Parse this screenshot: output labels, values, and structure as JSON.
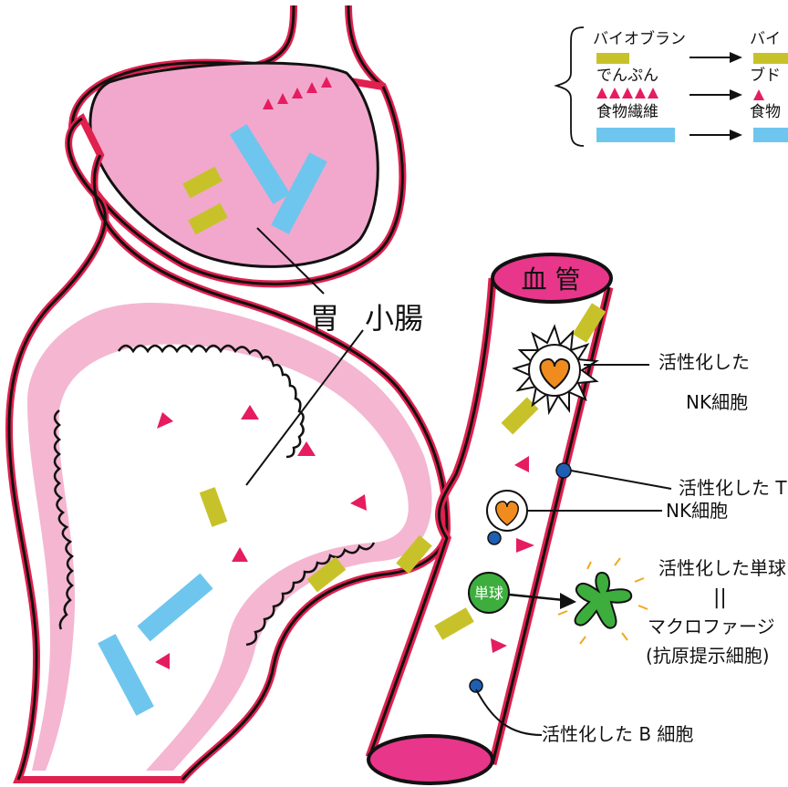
{
  "colors": {
    "outline_red": "#e0204e",
    "stomach_pink": "#f2a8cc",
    "intestine_pink": "#f5b6d1",
    "vessel_pink": "#e8368a",
    "biobran": "#c8c22a",
    "starch_red": "#e51d5f",
    "fiber_blue": "#6ec6ee",
    "nk_orange": "#f08c1e",
    "monocyte_green": "#3dae3d",
    "lymph_blue": "#1e5fb4"
  },
  "legend": {
    "rows": [
      {
        "label": "バイオブラン",
        "result": "バイ",
        "icon": "yellow-bar-icon"
      },
      {
        "label": "でんぷん",
        "result": "ブド",
        "icon": "red-triangle-icon"
      },
      {
        "label": "食物繊維",
        "result": "食物",
        "icon": "blue-bar-icon"
      }
    ]
  },
  "organs": {
    "stomach": "胃",
    "small_intestine": "小腸",
    "blood_vessel": "血 管"
  },
  "cells": {
    "activated_nk": [
      "活性化した",
      "NK細胞"
    ],
    "activated_t": "活性化した T",
    "nk": "NK細胞",
    "monocyte_badge": "単球",
    "activated_monocyte": "活性化した単球",
    "equals": "||",
    "macrophage": "マクロファージ",
    "apc": "(抗原提示細胞)",
    "activated_b": "活性化した B 細胞"
  }
}
